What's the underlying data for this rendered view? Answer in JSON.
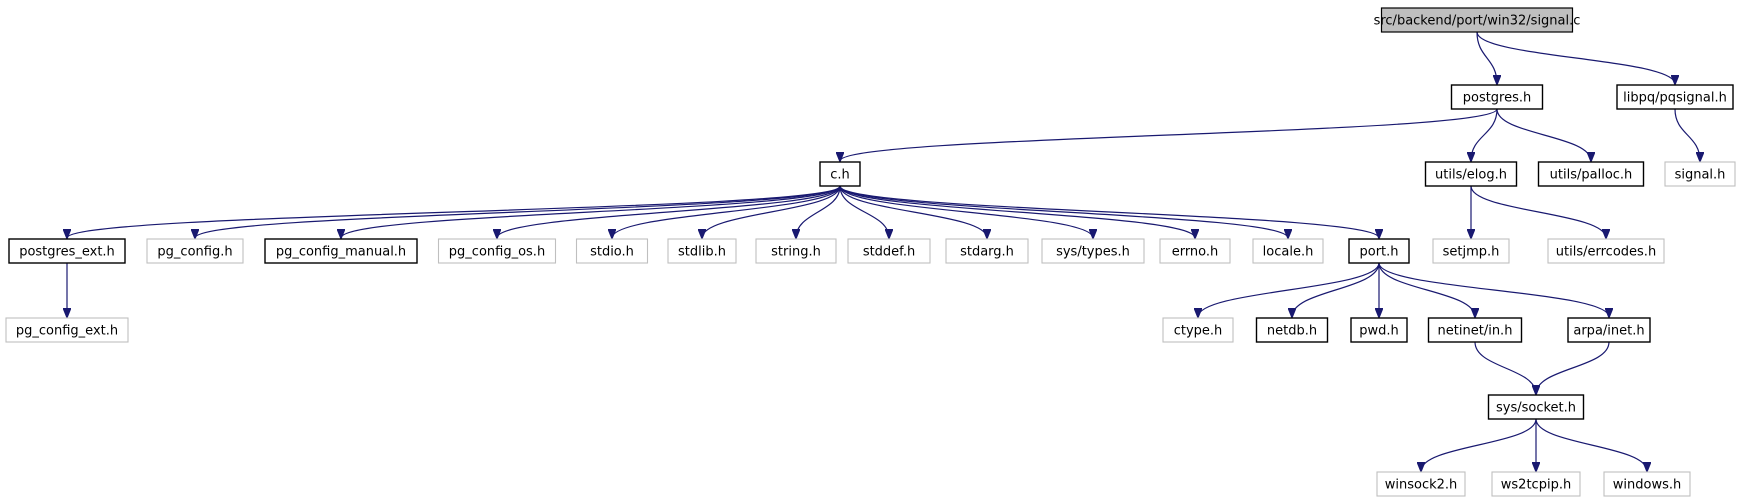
{
  "colors": {
    "edge": "#191970",
    "root_fill": "#bfbfbf",
    "documented_border": "#000000",
    "external_border": "#bfbfbf",
    "text": "#000000",
    "text_external": "#4d4d4d"
  },
  "nodes": [
    {
      "id": "signal_c",
      "label": "src/backend/port/win32/signal.c",
      "kind": "root",
      "interactable": false
    },
    {
      "id": "postgres_h",
      "label": "postgres.h",
      "kind": "documented",
      "interactable": true
    },
    {
      "id": "libpq_pqsignal_h",
      "label": "libpq/pqsignal.h",
      "kind": "documented",
      "interactable": true
    },
    {
      "id": "c_h",
      "label": "c.h",
      "kind": "documented",
      "interactable": true
    },
    {
      "id": "utils_elog_h",
      "label": "utils/elog.h",
      "kind": "documented",
      "interactable": true
    },
    {
      "id": "utils_palloc_h",
      "label": "utils/palloc.h",
      "kind": "documented",
      "interactable": true
    },
    {
      "id": "signal_h",
      "label": "signal.h",
      "kind": "external",
      "interactable": false
    },
    {
      "id": "postgres_ext_h",
      "label": "postgres_ext.h",
      "kind": "documented",
      "interactable": true
    },
    {
      "id": "pg_config_h",
      "label": "pg_config.h",
      "kind": "external",
      "interactable": false
    },
    {
      "id": "pg_config_manual_h",
      "label": "pg_config_manual.h",
      "kind": "documented",
      "interactable": true
    },
    {
      "id": "pg_config_os_h",
      "label": "pg_config_os.h",
      "kind": "external",
      "interactable": false
    },
    {
      "id": "stdio_h",
      "label": "stdio.h",
      "kind": "external",
      "interactable": false
    },
    {
      "id": "stdlib_h",
      "label": "stdlib.h",
      "kind": "external",
      "interactable": false
    },
    {
      "id": "string_h",
      "label": "string.h",
      "kind": "external",
      "interactable": false
    },
    {
      "id": "stddef_h",
      "label": "stddef.h",
      "kind": "external",
      "interactable": false
    },
    {
      "id": "stdarg_h",
      "label": "stdarg.h",
      "kind": "external",
      "interactable": false
    },
    {
      "id": "sys_types_h",
      "label": "sys/types.h",
      "kind": "external",
      "interactable": false
    },
    {
      "id": "errno_h",
      "label": "errno.h",
      "kind": "external",
      "interactable": false
    },
    {
      "id": "locale_h",
      "label": "locale.h",
      "kind": "external",
      "interactable": false
    },
    {
      "id": "port_h",
      "label": "port.h",
      "kind": "documented",
      "interactable": true
    },
    {
      "id": "setjmp_h",
      "label": "setjmp.h",
      "kind": "external",
      "interactable": false
    },
    {
      "id": "utils_errcodes_h",
      "label": "utils/errcodes.h",
      "kind": "external",
      "interactable": false
    },
    {
      "id": "pg_config_ext_h",
      "label": "pg_config_ext.h",
      "kind": "external",
      "interactable": false
    },
    {
      "id": "ctype_h",
      "label": "ctype.h",
      "kind": "external",
      "interactable": false
    },
    {
      "id": "netdb_h",
      "label": "netdb.h",
      "kind": "documented",
      "interactable": true
    },
    {
      "id": "pwd_h",
      "label": "pwd.h",
      "kind": "documented",
      "interactable": true
    },
    {
      "id": "netinet_in_h",
      "label": "netinet/in.h",
      "kind": "documented",
      "interactable": true
    },
    {
      "id": "arpa_inet_h",
      "label": "arpa/inet.h",
      "kind": "documented",
      "interactable": true
    },
    {
      "id": "sys_socket_h",
      "label": "sys/socket.h",
      "kind": "documented",
      "interactable": true
    },
    {
      "id": "winsock2_h",
      "label": "winsock2.h",
      "kind": "external",
      "interactable": false
    },
    {
      "id": "ws2tcpip_h",
      "label": "ws2tcpip.h",
      "kind": "external",
      "interactable": false
    },
    {
      "id": "windows_h",
      "label": "windows.h",
      "kind": "external",
      "interactable": false
    }
  ],
  "edges": [
    {
      "from": "signal_c",
      "to": "postgres_h"
    },
    {
      "from": "signal_c",
      "to": "libpq_pqsignal_h"
    },
    {
      "from": "postgres_h",
      "to": "c_h"
    },
    {
      "from": "postgres_h",
      "to": "utils_elog_h"
    },
    {
      "from": "postgres_h",
      "to": "utils_palloc_h"
    },
    {
      "from": "libpq_pqsignal_h",
      "to": "signal_h"
    },
    {
      "from": "c_h",
      "to": "postgres_ext_h"
    },
    {
      "from": "c_h",
      "to": "pg_config_h"
    },
    {
      "from": "c_h",
      "to": "pg_config_manual_h"
    },
    {
      "from": "c_h",
      "to": "pg_config_os_h"
    },
    {
      "from": "c_h",
      "to": "stdio_h"
    },
    {
      "from": "c_h",
      "to": "stdlib_h"
    },
    {
      "from": "c_h",
      "to": "string_h"
    },
    {
      "from": "c_h",
      "to": "stddef_h"
    },
    {
      "from": "c_h",
      "to": "stdarg_h"
    },
    {
      "from": "c_h",
      "to": "sys_types_h"
    },
    {
      "from": "c_h",
      "to": "errno_h"
    },
    {
      "from": "c_h",
      "to": "locale_h"
    },
    {
      "from": "c_h",
      "to": "port_h"
    },
    {
      "from": "postgres_ext_h",
      "to": "pg_config_ext_h"
    },
    {
      "from": "utils_elog_h",
      "to": "setjmp_h"
    },
    {
      "from": "utils_elog_h",
      "to": "utils_errcodes_h"
    },
    {
      "from": "port_h",
      "to": "ctype_h"
    },
    {
      "from": "port_h",
      "to": "netdb_h"
    },
    {
      "from": "port_h",
      "to": "pwd_h"
    },
    {
      "from": "port_h",
      "to": "netinet_in_h"
    },
    {
      "from": "port_h",
      "to": "arpa_inet_h"
    },
    {
      "from": "netinet_in_h",
      "to": "sys_socket_h"
    },
    {
      "from": "arpa_inet_h",
      "to": "sys_socket_h"
    },
    {
      "from": "sys_socket_h",
      "to": "winsock2_h"
    },
    {
      "from": "sys_socket_h",
      "to": "ws2tcpip_h"
    },
    {
      "from": "sys_socket_h",
      "to": "windows_h"
    }
  ]
}
